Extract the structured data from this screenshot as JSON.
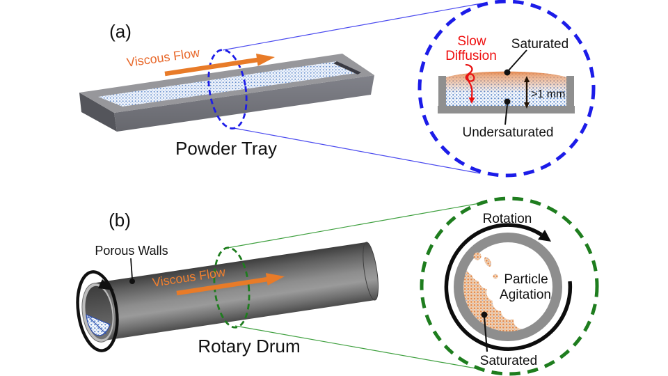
{
  "figure": {
    "panel_a": {
      "label": "(a)",
      "flow_label": "Viscous Flow",
      "caption": "Powder Tray",
      "inset": {
        "slow_diffusion_lines": [
          "Slow",
          "Diffusion"
        ],
        "saturated": "Saturated",
        "depth": ">1 mm",
        "undersaturated": "Undersaturated"
      }
    },
    "panel_b": {
      "label": "(b)",
      "porous_walls": "Porous Walls",
      "flow_label": "Viscous Flow",
      "caption": "Rotary Drum",
      "inset": {
        "rotation": "Rotation",
        "particle_agitation_lines": [
          "Particle",
          "Agitation"
        ],
        "saturated": "Saturated"
      }
    }
  },
  "colors": {
    "accent_blue_dash": "#1C1CE8",
    "accent_green_dash": "#1E7D1E",
    "accent_orange": "#E87B28",
    "accent_red": "#EE0E0E",
    "gray_metal": "#8F8F8F",
    "powder_blue_dot": "#5D88C9",
    "powder_tan": "#F8D1AC",
    "text_black": "#111111"
  }
}
